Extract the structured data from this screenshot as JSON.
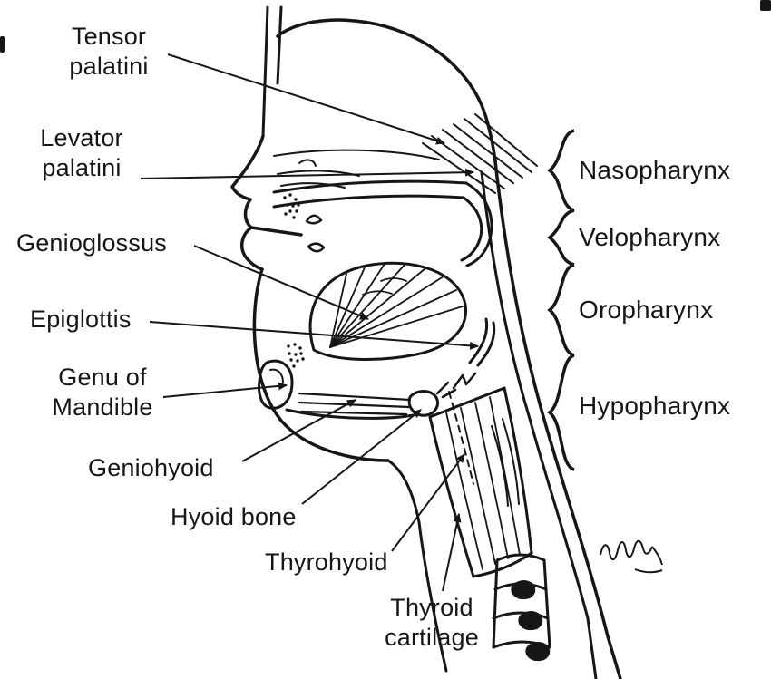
{
  "colors": {
    "ink": "#161616",
    "background": "#ffffff"
  },
  "labels": {
    "tensor_palatini": "Tensor\npalatini",
    "levator_palatini": "Levator\npalatini",
    "genioglossus": "Genioglossus",
    "epiglottis": "Epiglottis",
    "genu_of_mandible": "Genu of\nMandible",
    "geniohyoid": "Geniohyoid",
    "hyoid_bone": "Hyoid bone",
    "thyrohyoid": "Thyrohyoid",
    "thyroid_cartilage": "Thyroid\ncartilage"
  },
  "regions": {
    "nasopharynx": "Nasopharynx",
    "velopharynx": "Velopharynx",
    "oropharynx": "Oropharynx",
    "hypopharynx": "Hypopharynx"
  }
}
